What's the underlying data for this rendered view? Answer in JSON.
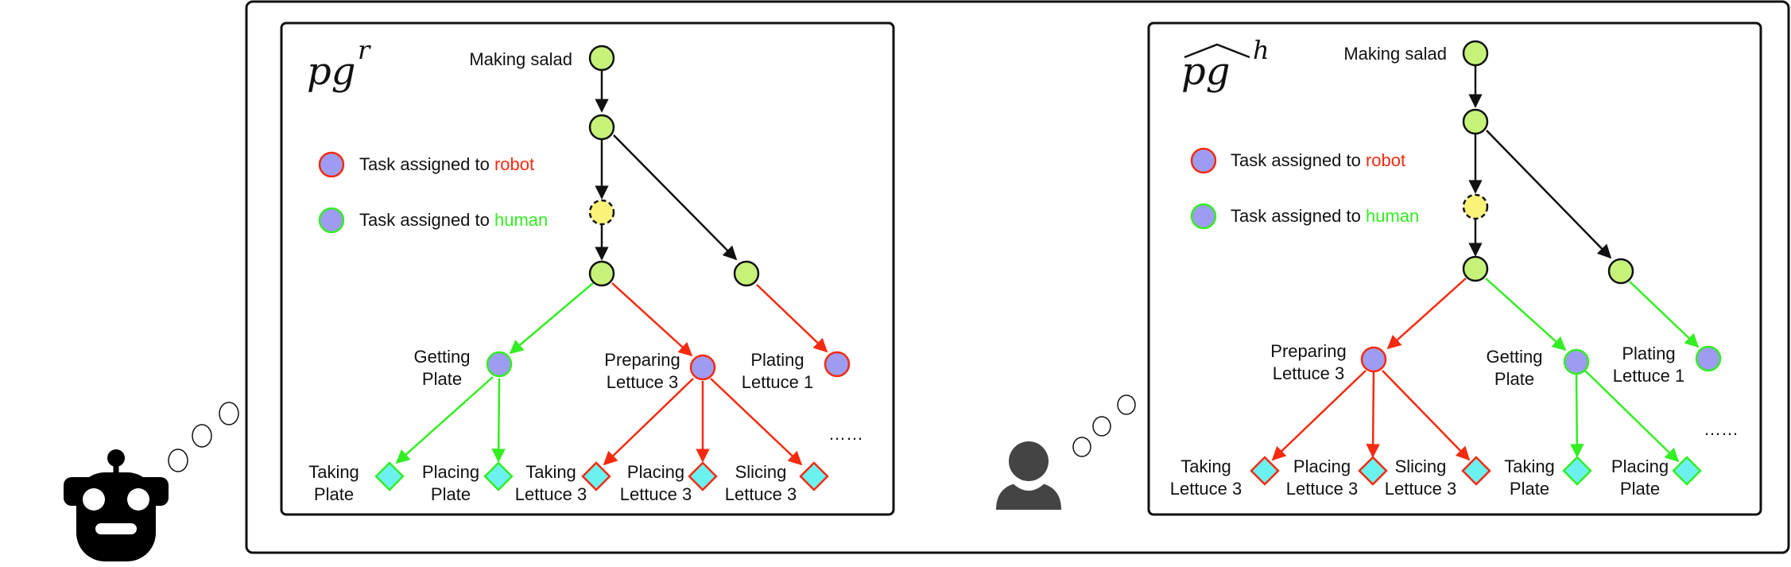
{
  "colors": {
    "green_node": "#c6f27a",
    "purple_node": "#9d9cf0",
    "yellow_node": "#fbf27a",
    "cyan_leaf": "#6cf1f1",
    "robot_red": "#f52a10",
    "human_green": "#33ee22",
    "edge_black": "#111111"
  },
  "icons": [
    "robot-icon",
    "person-icon",
    "thought-bubble-icon"
  ],
  "left_panel": {
    "title": "pg",
    "title_sup": "r",
    "root_label": "Making salad",
    "legend": {
      "robot_prefix": "Task assigned to ",
      "robot_word": "robot",
      "human_prefix": "Task assigned to ",
      "human_word": "human"
    },
    "nodes": {
      "getting_plate": [
        "Getting",
        "Plate"
      ],
      "preparing_lettuce": [
        "Preparing",
        "Lettuce 3"
      ],
      "plating_lettuce": [
        "Plating",
        "Lettuce 1"
      ]
    },
    "leaves": {
      "taking_plate": [
        "Taking",
        "Plate"
      ],
      "placing_plate": [
        "Placing",
        "Plate"
      ],
      "taking_lettuce": [
        "Taking",
        "Lettuce 3"
      ],
      "placing_lettuce": [
        "Placing",
        "Lettuce 3"
      ],
      "slicing_lettuce": [
        "Slicing",
        "Lettuce 3"
      ]
    },
    "ellipsis": "……"
  },
  "right_panel": {
    "title": "pg",
    "title_sup": "h",
    "root_label": "Making salad",
    "legend": {
      "robot_prefix": "Task assigned to ",
      "robot_word": "robot",
      "human_prefix": "Task assigned to ",
      "human_word": "human"
    },
    "nodes": {
      "preparing_lettuce": [
        "Preparing",
        "Lettuce 3"
      ],
      "getting_plate": [
        "Getting",
        "Plate"
      ],
      "plating_lettuce": [
        "Plating",
        "Lettuce 1"
      ]
    },
    "leaves": {
      "taking_lettuce": [
        "Taking",
        "Lettuce 3"
      ],
      "placing_lettuce": [
        "Placing",
        "Lettuce 3"
      ],
      "slicing_lettuce": [
        "Slicing",
        "Lettuce 3"
      ],
      "taking_plate": [
        "Taking",
        "Plate"
      ],
      "placing_plate": [
        "Placing",
        "Plate"
      ]
    },
    "ellipsis": "……"
  }
}
